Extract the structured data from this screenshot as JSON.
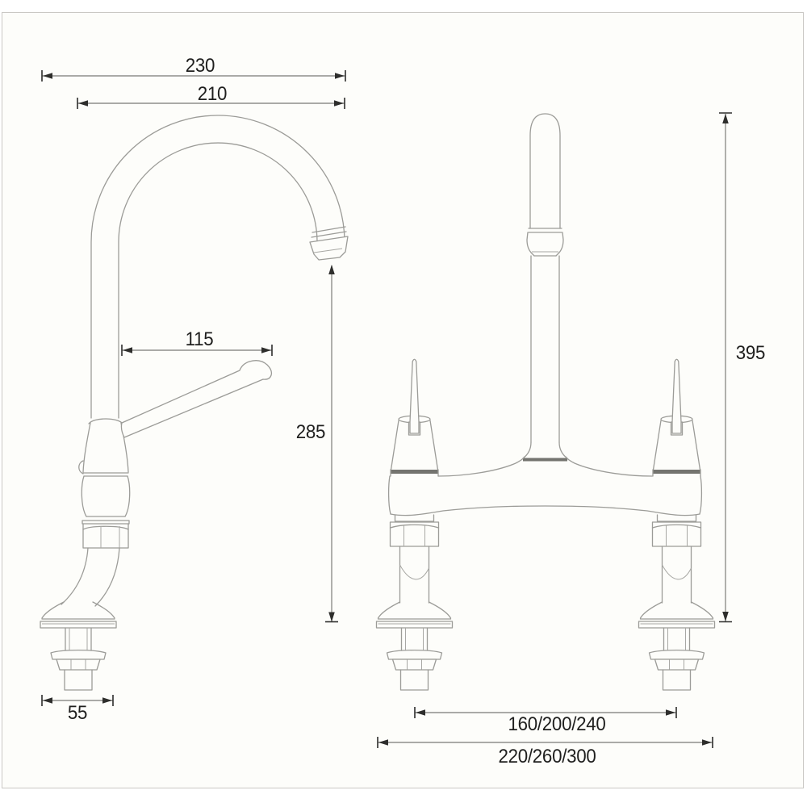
{
  "panel": {
    "background": "#fdfdfa",
    "border_color": "#cac8c4"
  },
  "style": {
    "outline_color": "#9c9c98",
    "dark_line_color": "#74746f",
    "dimension_line_color": "#8f8f8b",
    "dimension_marker_color": "#2e2e2c",
    "text_color": "#1f1f1e"
  },
  "dimensions": {
    "spout_projection": "230",
    "spout_reach": "210",
    "lever_reach": "115",
    "spout_height": "285",
    "base_width": "55",
    "overall_height": "395",
    "inlet_centres": "160/200/240",
    "overall_width": "220/260/300"
  }
}
